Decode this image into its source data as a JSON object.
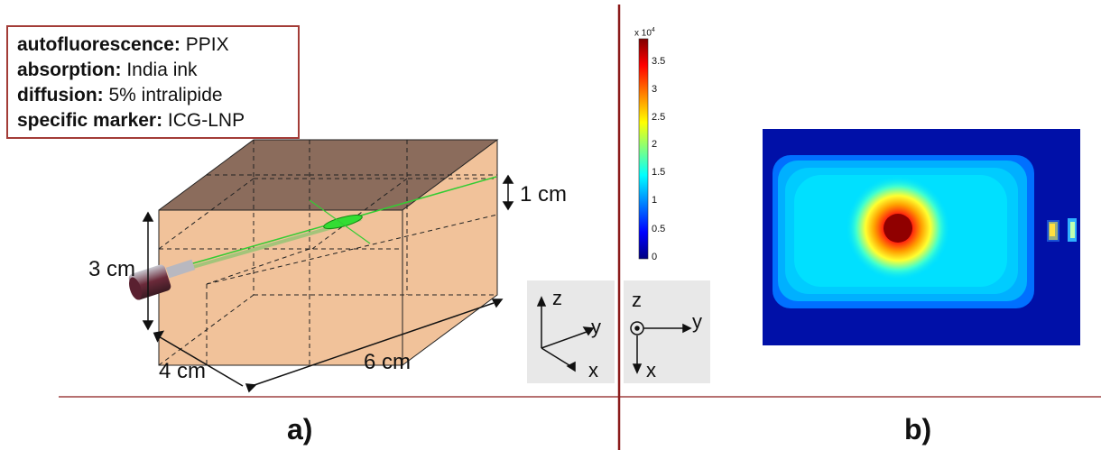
{
  "legend": [
    {
      "key": "autofluorescence:",
      "value": " PPIX"
    },
    {
      "key": "absorption:",
      "value": " India ink"
    },
    {
      "key": "diffusion:",
      "value": " 5% intralipide"
    },
    {
      "key": "specific marker:",
      "value": " ICG-LNP"
    }
  ],
  "dimensions": {
    "depth_tumor": "1 cm",
    "height": "3 cm",
    "width": "4 cm",
    "length": "6 cm"
  },
  "axes_a": {
    "z": "z",
    "y": "y",
    "x": "x"
  },
  "axes_b": {
    "z": "z",
    "y": "y",
    "x": "x"
  },
  "panels": {
    "a": "a)",
    "b": "b)"
  },
  "colorbar": {
    "exponent": "x 10",
    "exponent_power": "4",
    "ticks": [
      "3.5",
      "3",
      "2.5",
      "2",
      "1.5",
      "1",
      "0.5",
      "0"
    ],
    "colors": [
      "#800000",
      "#ff0000",
      "#ffff00",
      "#00ffff",
      "#0000ff",
      "#000080"
    ]
  },
  "colors": {
    "divider": "#8b1a1a",
    "box_fill": "#f1c29a",
    "box_top": "#8b6c5c",
    "needle_green": "#33cc33"
  }
}
